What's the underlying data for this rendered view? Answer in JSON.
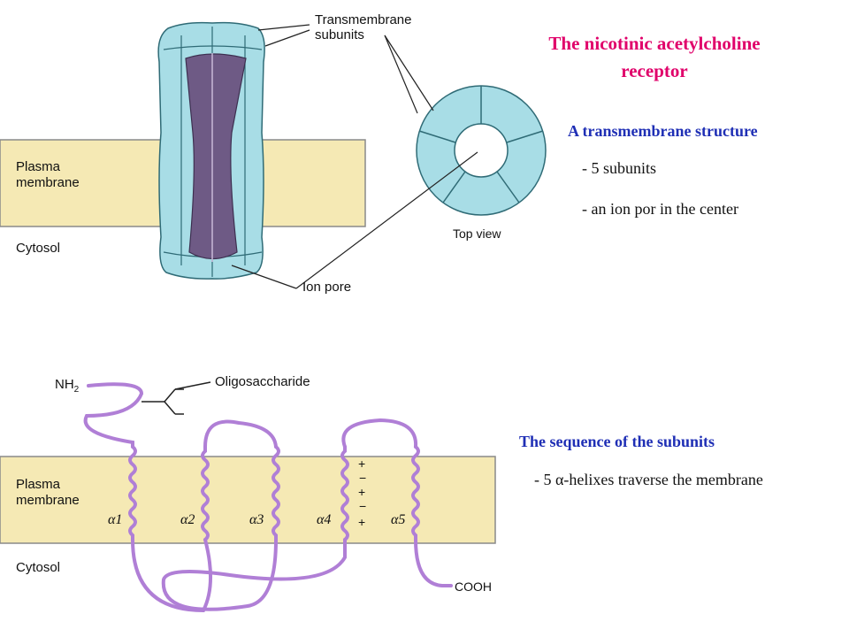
{
  "title": {
    "line1": "The nicotinic acetylcholine",
    "line2": "receptor"
  },
  "section1": {
    "heading": "A transmembrane structure",
    "bullets": [
      "- 5 subunits",
      "- an ion por in the center"
    ]
  },
  "section2": {
    "heading": "The sequence of the subunits",
    "bullet": "- 5 α-helixes traverse the membrane"
  },
  "figure_top": {
    "label_transmembrane_1": "Transmembrane",
    "label_transmembrane_2": "subunits",
    "label_plasma_1": "Plasma",
    "label_plasma_2": "membrane",
    "label_cytosol": "Cytosol",
    "label_top_view": "Top view",
    "label_ion_pore": "Ion pore"
  },
  "figure_bottom": {
    "label_nh2": "NH",
    "label_nh2_sub": "2",
    "label_oligo": "Oligosaccharide",
    "label_plasma_1": "Plasma",
    "label_plasma_2": "membrane",
    "label_cytosol": "Cytosol",
    "label_cooh": "COOH",
    "helix_labels": [
      "α1",
      "α2",
      "α3",
      "α4",
      "α5"
    ],
    "charges": [
      "+",
      "−",
      "+",
      "−",
      "+"
    ]
  },
  "colors": {
    "membrane": "#f5e9b4",
    "membrane_edge": "#8a8a8a",
    "subunit_fill": "#a8dde6",
    "pore_fill": "#6e5a85",
    "chain": "#b07fd6",
    "title": "#e0006a",
    "heading": "#1f2fb5"
  }
}
